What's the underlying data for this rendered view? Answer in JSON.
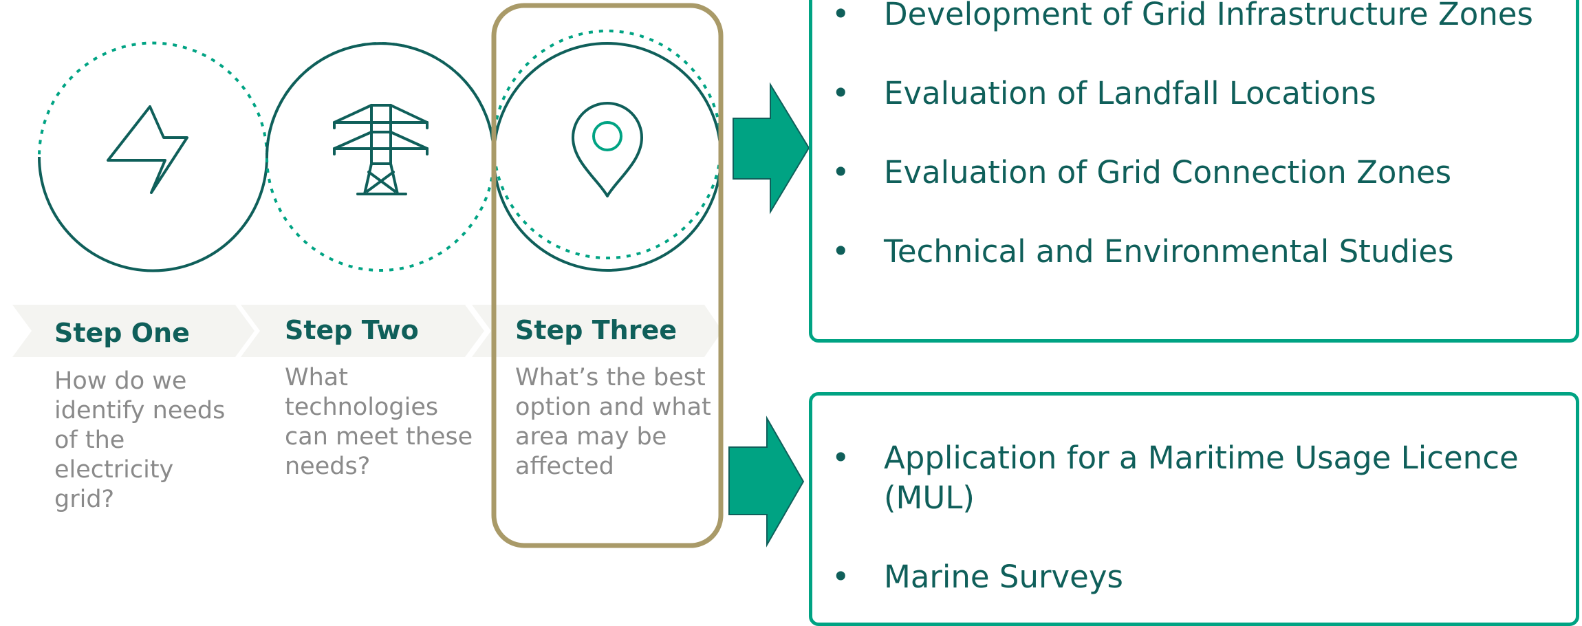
{
  "colors": {
    "teal_dark": "#0f5f5a",
    "teal_bright": "#00a383",
    "highlight": "#a99a68",
    "banner": "#f4f4f1",
    "desc_text": "#8a8a8a"
  },
  "steps": [
    {
      "title": "Step One",
      "description": "How do we identify needs of the electricity grid?",
      "icon": "lightning-bolt-icon"
    },
    {
      "title": "Step Two",
      "description": "What technologies can meet these needs?",
      "icon": "transmission-tower-icon"
    },
    {
      "title": "Step Three",
      "description": "What’s the best option and what area may be affected",
      "icon": "location-pin-icon"
    }
  ],
  "panels": [
    {
      "items": [
        "Development of Grid Infrastructure Zones",
        "Evaluation of Landfall Locations",
        "Evaluation of Grid Connection Zones",
        "Technical and Environmental Studies"
      ]
    },
    {
      "items": [
        "Application for a Maritime Usage Licence (MUL)",
        "Marine Surveys"
      ]
    }
  ]
}
